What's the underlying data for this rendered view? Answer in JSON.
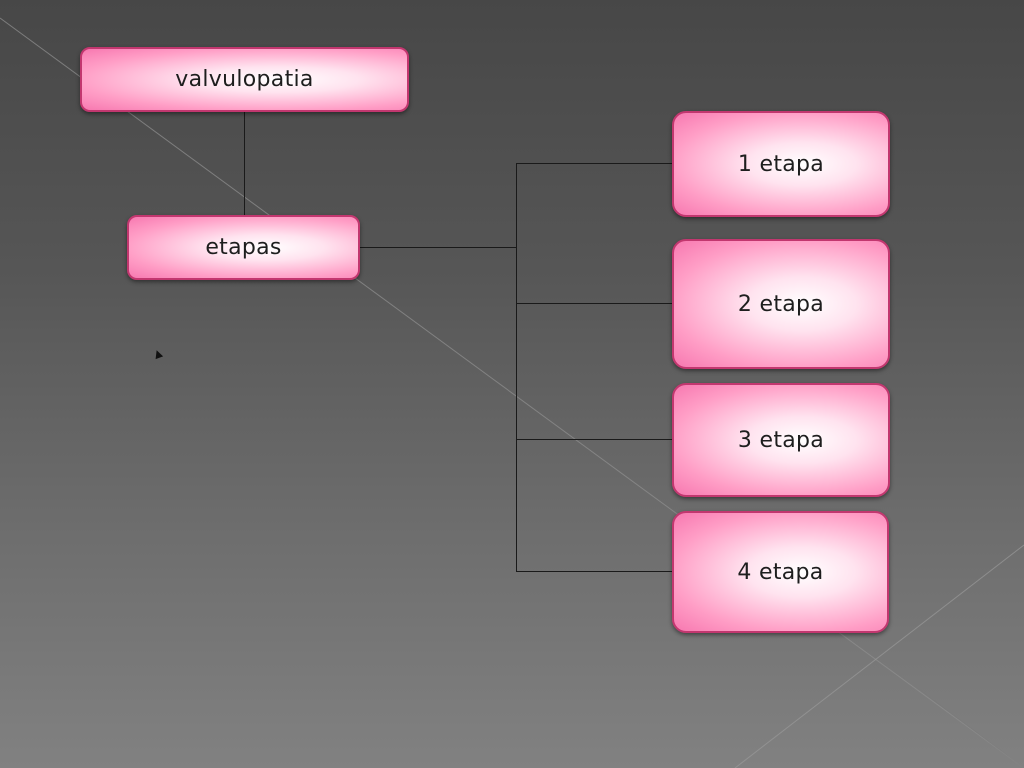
{
  "diagram": {
    "root": {
      "label": "valvulopatia"
    },
    "middle": {
      "label": "etapas"
    },
    "children": [
      {
        "label": "1 etapa"
      },
      {
        "label": "2 etapa"
      },
      {
        "label": "3 etapa"
      },
      {
        "label": "4 etapa"
      }
    ]
  },
  "colors": {
    "node_fill_center": "#ffffff",
    "node_fill_edge": "#f778b0",
    "node_border": "#c2376f",
    "connector": "#1a1a1a",
    "background_dark": "#474747",
    "background_light": "#818181"
  }
}
